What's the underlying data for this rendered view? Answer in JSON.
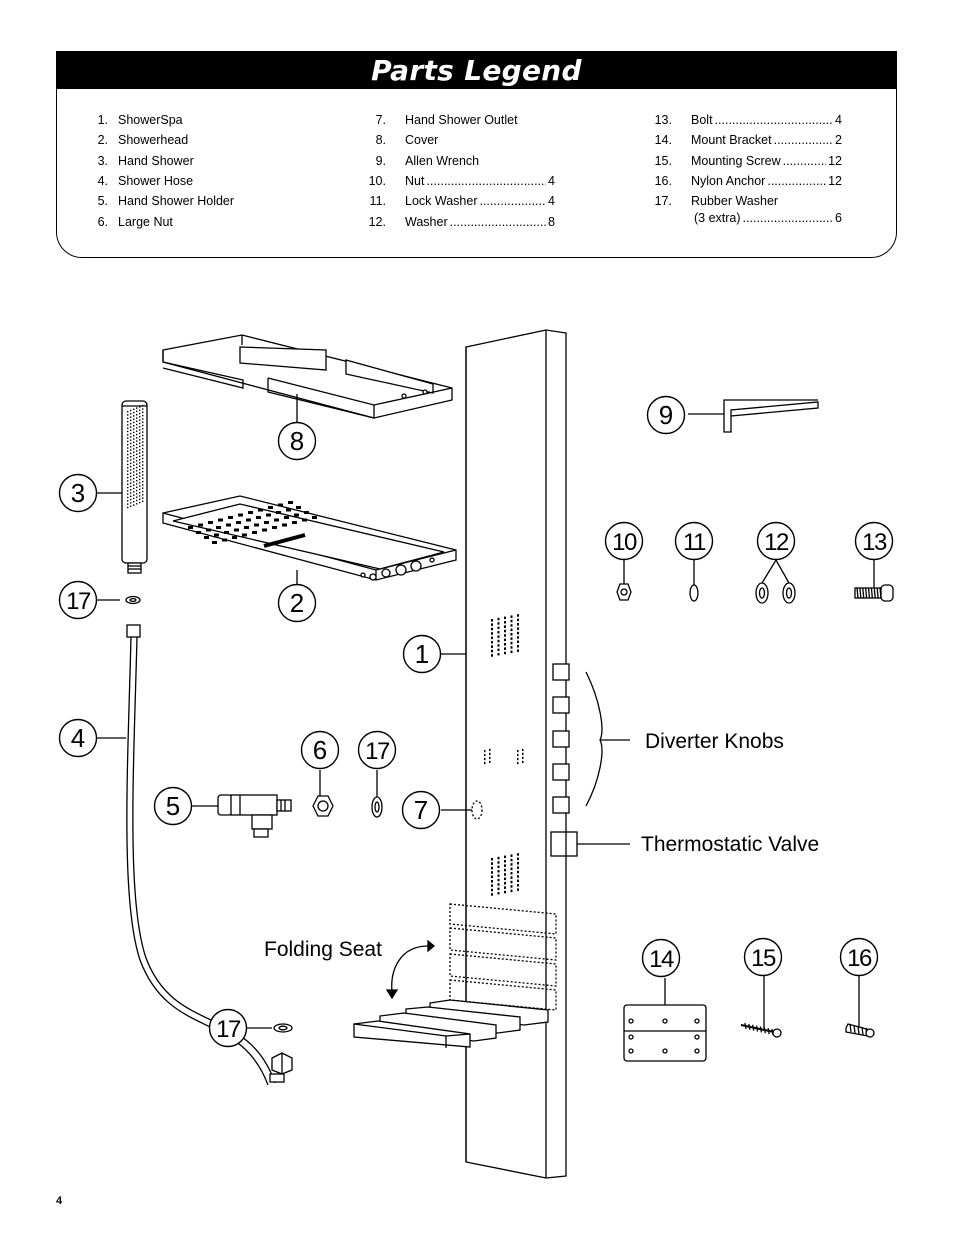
{
  "legend": {
    "title": "Parts Legend",
    "columns": [
      [
        {
          "num": "1.",
          "label": "ShowerSpa",
          "qty": ""
        },
        {
          "num": "2.",
          "label": "Showerhead",
          "qty": ""
        },
        {
          "num": "3.",
          "label": "Hand Shower",
          "qty": ""
        },
        {
          "num": "4.",
          "label": "Shower Hose",
          "qty": ""
        },
        {
          "num": "5.",
          "label": "Hand Shower Holder",
          "qty": ""
        },
        {
          "num": "6.",
          "label": "Large Nut",
          "qty": ""
        }
      ],
      [
        {
          "num": "7.",
          "label": "Hand Shower Outlet",
          "qty": ""
        },
        {
          "num": "8.",
          "label": "Cover",
          "qty": ""
        },
        {
          "num": "9.",
          "label": "Allen Wrench",
          "qty": ""
        },
        {
          "num": "10.",
          "label": "Nut",
          "qty": "4"
        },
        {
          "num": "11.",
          "label": "Lock Washer",
          "qty": "4"
        },
        {
          "num": "12.",
          "label": "Washer",
          "qty": "8"
        }
      ],
      [
        {
          "num": "13.",
          "label": "Bolt",
          "qty": "4"
        },
        {
          "num": "14.",
          "label": "Mount Bracket",
          "qty": "2"
        },
        {
          "num": "15.",
          "label": "Mounting Screw",
          "qty": "12"
        },
        {
          "num": "16.",
          "label": "Nylon Anchor",
          "qty": "12"
        },
        {
          "num": "17.",
          "label": "Rubber Washer",
          "qty": ""
        },
        {
          "num": "",
          "label": "(3 extra)",
          "qty": "6"
        }
      ]
    ]
  },
  "diagram": {
    "callouts": [
      "1",
      "2",
      "3",
      "4",
      "5",
      "6",
      "7",
      "8",
      "9",
      "10",
      "11",
      "12",
      "13",
      "14",
      "15",
      "16",
      "17",
      "17",
      "17"
    ],
    "labels": {
      "diverter": "Diverter Knobs",
      "thermostatic": "Thermostatic Valve",
      "folding_seat": "Folding Seat"
    }
  },
  "page_number": "4"
}
